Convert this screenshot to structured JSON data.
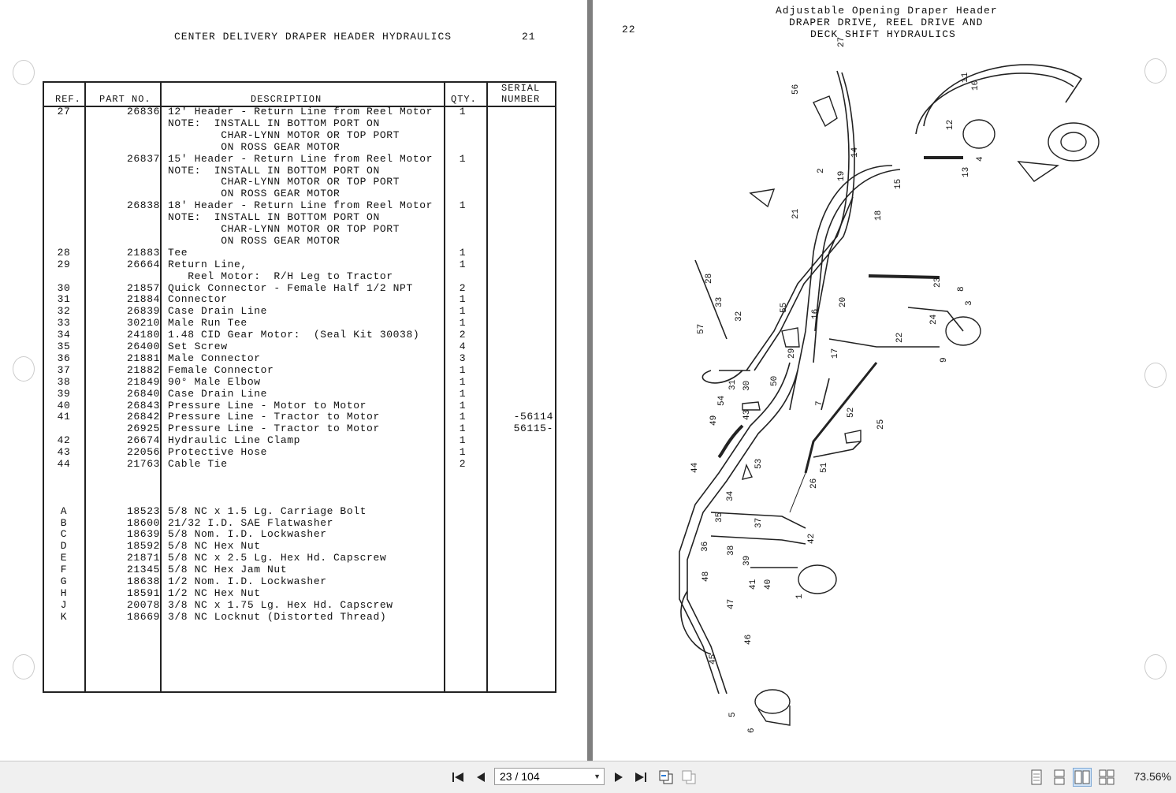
{
  "left_page": {
    "title": "CENTER DELIVERY DRAPER HEADER HYDRAULICS",
    "page_number": "21",
    "table": {
      "headers": {
        "ref": "REF.",
        "part_no": "PART NO.",
        "description": "DESCRIPTION",
        "qty": "QTY.",
        "serial_line1": "SERIAL",
        "serial_line2": "NUMBER"
      },
      "rows": [
        {
          "ref": "27",
          "part": "26836",
          "desc": "12' Header - Return Line from Reel Motor",
          "qty": "1",
          "serial": ""
        },
        {
          "ref": "",
          "part": "",
          "desc": "NOTE:  INSTALL IN BOTTOM PORT ON",
          "qty": "",
          "serial": ""
        },
        {
          "ref": "",
          "part": "",
          "desc": "        CHAR-LYNN MOTOR OR TOP PORT",
          "qty": "",
          "serial": ""
        },
        {
          "ref": "",
          "part": "",
          "desc": "        ON ROSS GEAR MOTOR",
          "qty": "",
          "serial": ""
        },
        {
          "ref": "",
          "part": "26837",
          "desc": "15' Header - Return Line from Reel Motor",
          "qty": "1",
          "serial": ""
        },
        {
          "ref": "",
          "part": "",
          "desc": "NOTE:  INSTALL IN BOTTOM PORT ON",
          "qty": "",
          "serial": ""
        },
        {
          "ref": "",
          "part": "",
          "desc": "        CHAR-LYNN MOTOR OR TOP PORT",
          "qty": "",
          "serial": ""
        },
        {
          "ref": "",
          "part": "",
          "desc": "        ON ROSS GEAR MOTOR",
          "qty": "",
          "serial": ""
        },
        {
          "ref": "",
          "part": "26838",
          "desc": "18' Header - Return Line from Reel Motor",
          "qty": "1",
          "serial": ""
        },
        {
          "ref": "",
          "part": "",
          "desc": "NOTE:  INSTALL IN BOTTOM PORT ON",
          "qty": "",
          "serial": ""
        },
        {
          "ref": "",
          "part": "",
          "desc": "        CHAR-LYNN MOTOR OR TOP PORT",
          "qty": "",
          "serial": ""
        },
        {
          "ref": "",
          "part": "",
          "desc": "        ON ROSS GEAR MOTOR",
          "qty": "",
          "serial": ""
        },
        {
          "ref": "28",
          "part": "21883",
          "desc": "Tee",
          "qty": "1",
          "serial": ""
        },
        {
          "ref": "29",
          "part": "26664",
          "desc": "Return Line,",
          "qty": "1",
          "serial": ""
        },
        {
          "ref": "",
          "part": "",
          "desc": "   Reel Motor:  R/H Leg to Tractor",
          "qty": "",
          "serial": ""
        },
        {
          "ref": "30",
          "part": "21857",
          "desc": "Quick Connector - Female Half 1/2 NPT",
          "qty": "2",
          "serial": ""
        },
        {
          "ref": "31",
          "part": "21884",
          "desc": "Connector",
          "qty": "1",
          "serial": ""
        },
        {
          "ref": "32",
          "part": "26839",
          "desc": "Case Drain Line",
          "qty": "1",
          "serial": ""
        },
        {
          "ref": "33",
          "part": "30210",
          "desc": "Male Run Tee",
          "qty": "1",
          "serial": ""
        },
        {
          "ref": "34",
          "part": "24180",
          "desc": "1.48 CID Gear Motor:  (Seal Kit 30038)",
          "qty": "2",
          "serial": ""
        },
        {
          "ref": "35",
          "part": "26400",
          "desc": "Set Screw",
          "qty": "4",
          "serial": ""
        },
        {
          "ref": "36",
          "part": "21881",
          "desc": "Male Connector",
          "qty": "3",
          "serial": ""
        },
        {
          "ref": "37",
          "part": "21882",
          "desc": "Female Connector",
          "qty": "1",
          "serial": ""
        },
        {
          "ref": "38",
          "part": "21849",
          "desc": "90° Male Elbow",
          "qty": "1",
          "serial": ""
        },
        {
          "ref": "39",
          "part": "26840",
          "desc": "Case Drain Line",
          "qty": "1",
          "serial": ""
        },
        {
          "ref": "40",
          "part": "26843",
          "desc": "Pressure Line - Motor to Motor",
          "qty": "1",
          "serial": ""
        },
        {
          "ref": "41",
          "part": "26842",
          "desc": "Pressure Line - Tractor to Motor",
          "qty": "1",
          "serial": "-56114"
        },
        {
          "ref": "",
          "part": "26925",
          "desc": "Pressure Line - Tractor to Motor",
          "qty": "1",
          "serial": "56115-"
        },
        {
          "ref": "42",
          "part": "26674",
          "desc": "Hydraulic Line Clamp",
          "qty": "1",
          "serial": ""
        },
        {
          "ref": "43",
          "part": "22056",
          "desc": "Protective Hose",
          "qty": "1",
          "serial": ""
        },
        {
          "ref": "44",
          "part": "21763",
          "desc": "Cable Tie",
          "qty": "2",
          "serial": ""
        },
        {
          "ref": "",
          "part": "",
          "desc": "",
          "qty": "",
          "serial": ""
        },
        {
          "ref": "",
          "part": "",
          "desc": "",
          "qty": "",
          "serial": ""
        },
        {
          "ref": "",
          "part": "",
          "desc": "",
          "qty": "",
          "serial": ""
        },
        {
          "ref": "A",
          "part": "18523",
          "desc": "5/8 NC x 1.5 Lg. Carriage Bolt",
          "qty": "",
          "serial": ""
        },
        {
          "ref": "B",
          "part": "18600",
          "desc": "21/32 I.D. SAE Flatwasher",
          "qty": "",
          "serial": ""
        },
        {
          "ref": "C",
          "part": "18639",
          "desc": "5/8 Nom. I.D. Lockwasher",
          "qty": "",
          "serial": ""
        },
        {
          "ref": "D",
          "part": "18592",
          "desc": "5/8 NC Hex Nut",
          "qty": "",
          "serial": ""
        },
        {
          "ref": "E",
          "part": "21871",
          "desc": "5/8 NC x 2.5 Lg. Hex Hd. Capscrew",
          "qty": "",
          "serial": ""
        },
        {
          "ref": "F",
          "part": "21345",
          "desc": "5/8 NC Hex Jam Nut",
          "qty": "",
          "serial": ""
        },
        {
          "ref": "G",
          "part": "18638",
          "desc": "1/2 Nom. I.D. Lockwasher",
          "qty": "",
          "serial": ""
        },
        {
          "ref": "H",
          "part": "18591",
          "desc": "1/2 NC Hex Nut",
          "qty": "",
          "serial": ""
        },
        {
          "ref": "J",
          "part": "20078",
          "desc": "3/8 NC x 1.75 Lg. Hex Hd. Capscrew",
          "qty": "",
          "serial": ""
        },
        {
          "ref": "K",
          "part": "18669",
          "desc": "3/8 NC Locknut (Distorted Thread)",
          "qty": "",
          "serial": ""
        }
      ]
    }
  },
  "right_page": {
    "page_number": "22",
    "title_line1": "Adjustable Opening Draper Header",
    "title_line2": "DRAPER DRIVE, REEL DRIVE AND",
    "title_line3": "DECK SHIFT HYDRAULICS",
    "callouts": [
      "1",
      "2",
      "3",
      "4",
      "5",
      "6",
      "7",
      "8",
      "9",
      "10",
      "11",
      "12",
      "13",
      "14",
      "15",
      "16",
      "17",
      "18",
      "19",
      "20",
      "21",
      "22",
      "23",
      "24",
      "25",
      "26",
      "27",
      "28",
      "29",
      "30",
      "31",
      "32",
      "33",
      "34",
      "35",
      "36",
      "37",
      "38",
      "39",
      "40",
      "41",
      "42",
      "43",
      "44",
      "45",
      "46",
      "47",
      "48",
      "49",
      "50",
      "51",
      "52",
      "53",
      "54",
      "55",
      "56",
      "57"
    ]
  },
  "toolbar": {
    "page_input_value": "23 / 104",
    "zoom": "73.56%",
    "icons": [
      "first-page-icon",
      "prev-page-icon",
      "next-page-icon",
      "last-page-icon",
      "back-view-icon",
      "forward-view-icon",
      "single-page-icon",
      "continuous-icon",
      "facing-icon",
      "continuous-facing-icon"
    ]
  }
}
